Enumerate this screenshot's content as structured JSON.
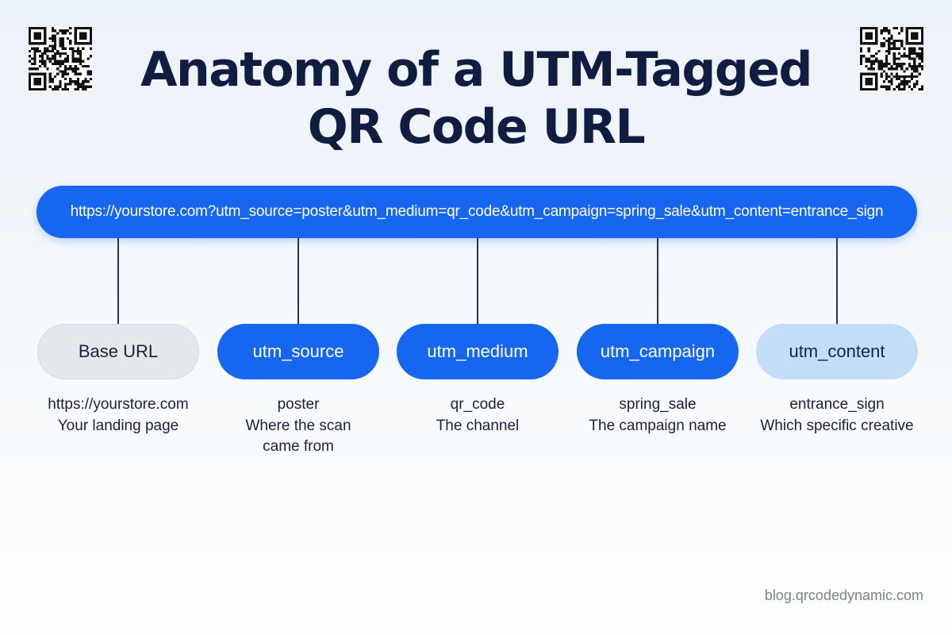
{
  "title": {
    "line1": "Anatomy of a UTM-Tagged",
    "line2": "QR Code URL"
  },
  "url": "https://yourstore.com?utm_source=poster&utm_medium=qr_code&utm_campaign=spring_sale&utm_content=entrance_sign",
  "parts": [
    {
      "label": "Base URL",
      "value": "https://yourstore.com",
      "desc": "Your landing page"
    },
    {
      "label": "utm_source",
      "value": "poster",
      "desc": "Where the scan came from"
    },
    {
      "label": "utm_medium",
      "value": "qr_code",
      "desc": "The channel"
    },
    {
      "label": "utm_campaign",
      "value": "spring_sale",
      "desc": "The campaign name"
    },
    {
      "label": "utm_content",
      "value": "entrance_sign",
      "desc": "Which specific creative"
    }
  ],
  "footer": "blog.qrcodedynamic.com",
  "colors": {
    "accent": "#1766f0",
    "light_accent": "#c3dcf8",
    "neutral_pill": "#e4e7ec",
    "title": "#101c40"
  },
  "icons": [
    "qr-code-icon"
  ]
}
